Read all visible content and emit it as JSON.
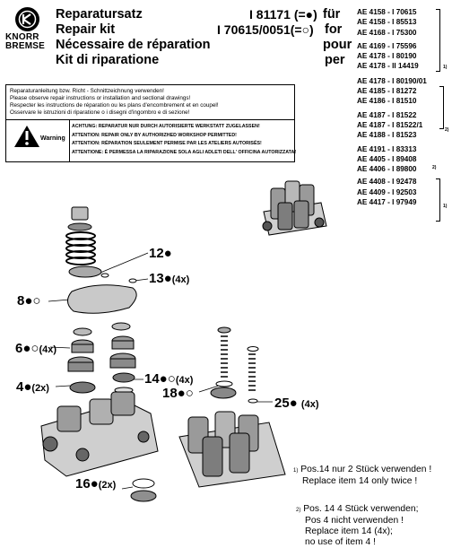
{
  "header": {
    "brand_line1": "KNORR",
    "brand_line2": "BREMSE",
    "titles": [
      "Reparatursatz",
      "Repair kit",
      "Nécessaire de réparation",
      "Kit di riparatione"
    ],
    "part_line1": "I 81171 (=●)",
    "part_line2": "I 70615/0051(=○)",
    "lang_de": "für",
    "lang_en": "for",
    "lang_fr": "pour",
    "lang_it": "per"
  },
  "applications": [
    "AE 4158 - I 70615",
    "AE 4158 - I 85513",
    "AE 4168 - I 75300",
    "AE 4169 - I 75596",
    "AE 4178 - I 80190",
    "AE 4178 - II 14419",
    "AE 4178 - I 80190/01",
    "AE 4185 - I 81272",
    "AE 4186 - I 81510",
    "AE 4187 - I 81522",
    "AE 4187 - I 81522/1",
    "AE 4188 - I 81523",
    "AE 4191 - I 83313",
    "AE 4405 - I 89408",
    "AE 4406 - I 89800",
    "AE 4408 - I 92478",
    "AE 4409 - I 92503",
    "AE 4417 - I 97949"
  ],
  "footnote_marks": [
    "1)",
    "2)",
    "2)",
    "1)"
  ],
  "instructions": [
    "Reparaturanleitung bzw. Richt - Schnittzeichnung verwenden!",
    "Please observe repair instructions or installation and sectional drawings!",
    "Respecter les instructions de réparation  ou les plans d'encombrement et en coupel!",
    "Osservare le istruzioni di riparatione o i disegni d'ingombro e di sezione!"
  ],
  "warning": {
    "label": "Warning",
    "lines": [
      "ACHTUNG: REPARATUR NUR DURCH AUTORISIERTE WERKSTATT ZUGELASSEN!",
      "ATTENTION: REPAIR ONLY BY AUTHORIZHED WORKSHOP PERMITTED!",
      "ATTENTION: RÉPARATION SEULEMENT PERMISE PAR LES ATELIERS AUTORISÉS!",
      "ATTENTIONE: È PERMESSA LA RIPARAZIONE SOLA AGLI ADLETI DELL' OFFICINA AUTORIZZATA!"
    ]
  },
  "callouts": {
    "c12": "12●",
    "c13": "13●",
    "c13_qty": "(4x)",
    "c8": "8●○",
    "c6": "6●○",
    "c6_qty": "(4x)",
    "c14": "14●○",
    "c14_qty": "(4x)",
    "c4": "4●",
    "c4_qty": "(2x)",
    "c18": "18●○",
    "c25": "25●",
    "c25_qty": "(4x)",
    "c16": "16●",
    "c16_qty": "(2x)"
  },
  "notes": {
    "n1_mark": "1)",
    "n1_de": "Pos.14 nur 2 Stück verwenden !",
    "n1_en": "Replace item 14 only twice !",
    "n2_mark": "2)",
    "n2_de1": "Pos. 14  4 Stück verwenden;",
    "n2_de2": "Pos 4 nicht verwenden !",
    "n2_en1": "Replace item 14 (4x);",
    "n2_en2": "no use of item 4 !"
  }
}
